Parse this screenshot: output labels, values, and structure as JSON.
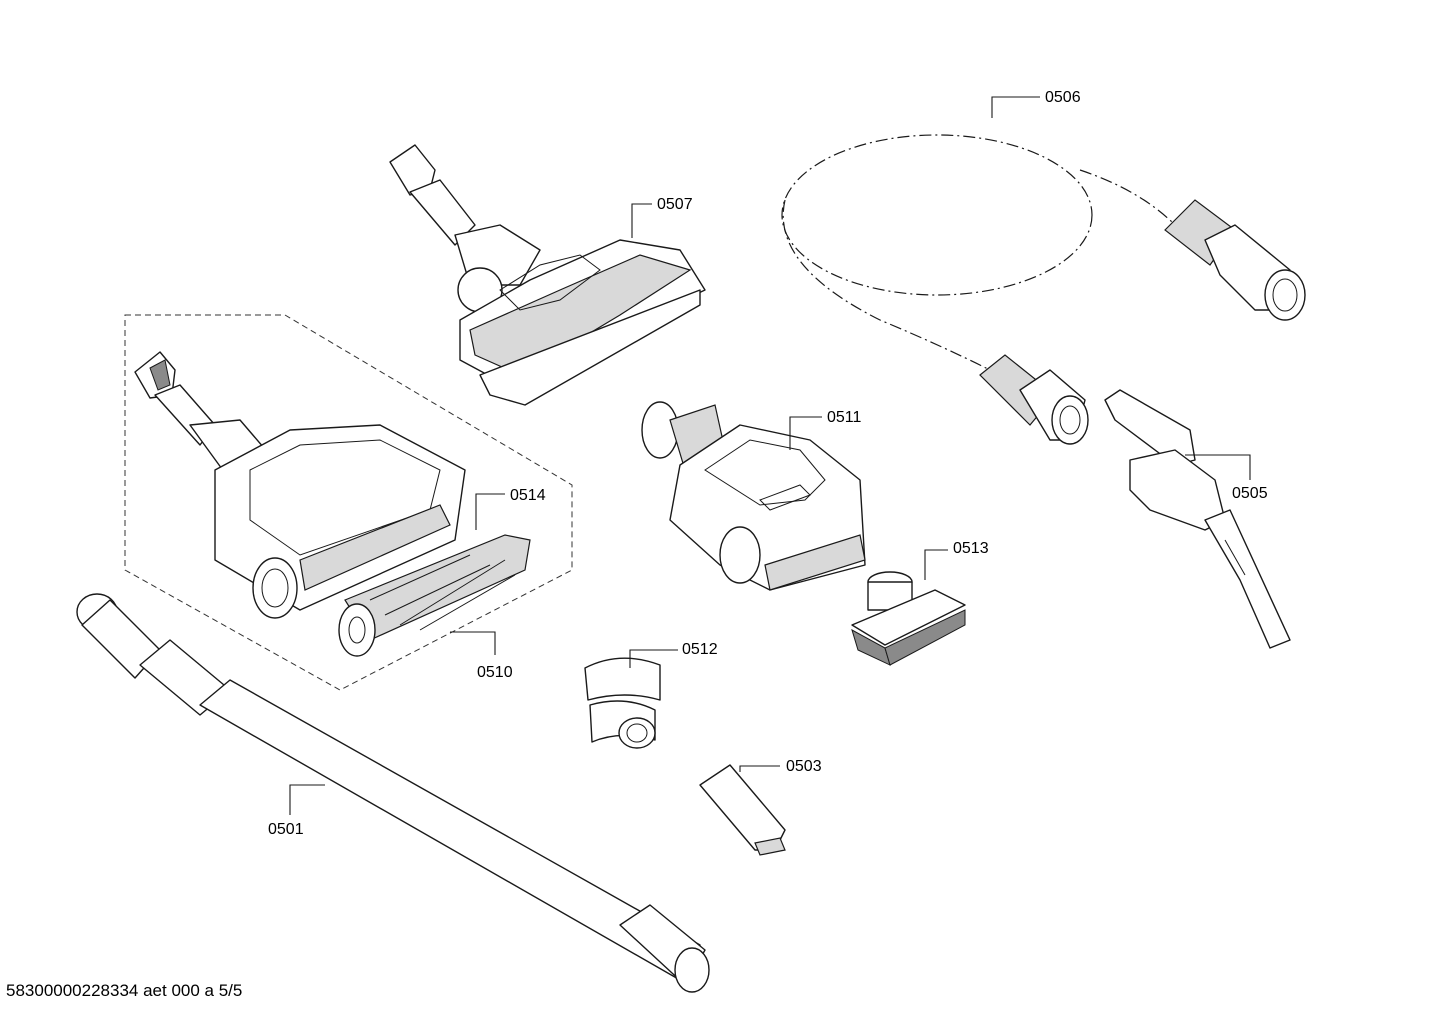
{
  "labels": {
    "p0501": "0501",
    "p0503": "0503",
    "p0505": "0505",
    "p0506": "0506",
    "p0507": "0507",
    "p0510": "0510",
    "p0511": "0511",
    "p0512": "0512",
    "p0513": "0513",
    "p0514": "0514"
  },
  "footer": "58300000228334 aet 000 a 5/5"
}
